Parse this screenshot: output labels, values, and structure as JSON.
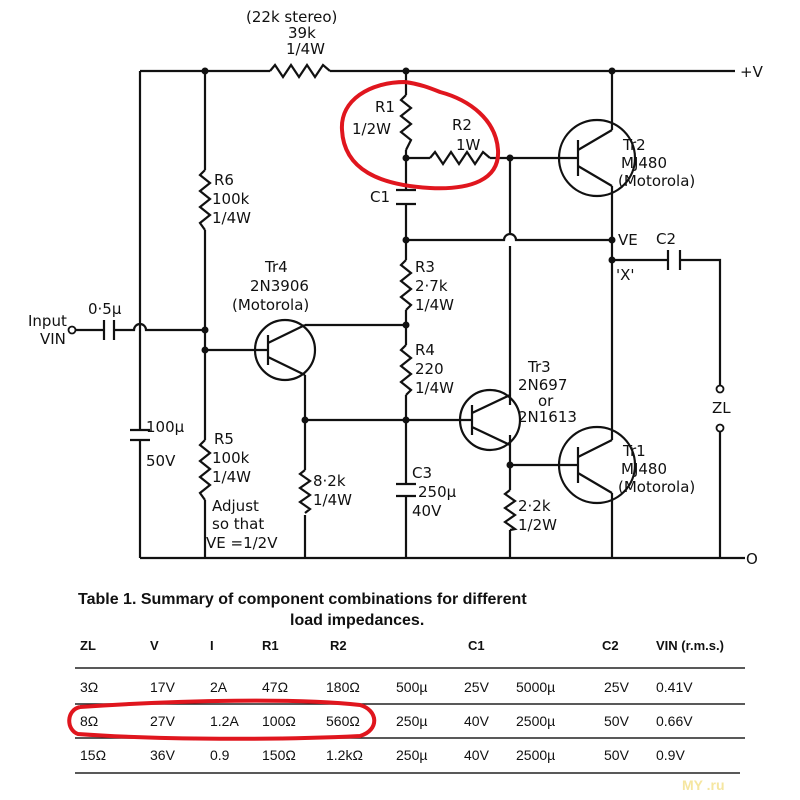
{
  "schematic": {
    "r_feedback": {
      "note": "(22k stereo)",
      "value": "39k",
      "power": "1/4W"
    },
    "supply": "+V",
    "ground": "O",
    "r1": {
      "name": "R1",
      "power": "1/2W"
    },
    "r2": {
      "name": "R2",
      "power": "1W"
    },
    "c1": "C1",
    "tr2": {
      "name": "Tr2",
      "part": "MJ480",
      "maker": "(Motorola)"
    },
    "ve": "VE",
    "c2": "C2",
    "x_point": "'X'",
    "r6": {
      "name": "R6",
      "value": "100k",
      "power": "1/4W"
    },
    "tr4": {
      "name": "Tr4",
      "part": "2N3906",
      "maker": "(Motorola)"
    },
    "r3": {
      "name": "R3",
      "value": "2·7k",
      "power": "1/4W"
    },
    "r4": {
      "name": "R4",
      "value": "220",
      "power": "1/4W"
    },
    "input": {
      "label": "Input",
      "vin": "VIN",
      "cap": "0·5µ"
    },
    "tr3": {
      "name": "Tr3",
      "part": "2N697",
      "or": "or",
      "alt": "2N1613"
    },
    "zl": "ZL",
    "c100": {
      "value": "100µ",
      "voltage": "50V"
    },
    "r5": {
      "name": "R5",
      "value": "100k",
      "power": "1/4W"
    },
    "adjust": [
      "Adjust",
      "so that",
      "VE =1/2V"
    ],
    "r82": {
      "value": "8·2k",
      "power": "1/4W"
    },
    "c3": {
      "name": "C3",
      "value": "250µ",
      "voltage": "40V"
    },
    "r22": {
      "value": "2·2k",
      "power": "1/2W"
    },
    "tr1": {
      "name": "Tr1",
      "part": "MJ480",
      "maker": "(Motorola)"
    }
  },
  "table": {
    "title_line1": "Table 1. Summary of component combinations for different",
    "title_line2": "load impedances.",
    "headers": [
      "ZL",
      "V",
      "I",
      "R1",
      "R2",
      "C1",
      "C2",
      "VIN (r.m.s.)"
    ],
    "rows": [
      [
        "3Ω",
        "17V",
        "2A",
        "47Ω",
        "180Ω",
        "500µ",
        "25V",
        "5000µ",
        "25V",
        "0.41V"
      ],
      [
        "8Ω",
        "27V",
        "1.2A",
        "100Ω",
        "560Ω",
        "250µ",
        "40V",
        "2500µ",
        "50V",
        "0.66V"
      ],
      [
        "15Ω",
        "36V",
        "0.9",
        "150Ω",
        "1.2kΩ",
        "250µ",
        "40V",
        "2500µ",
        "50V",
        "0.9V"
      ]
    ]
  },
  "watermark": "MY .ru",
  "colors": {
    "ink": "#111111",
    "highlight": "#e0161e"
  }
}
